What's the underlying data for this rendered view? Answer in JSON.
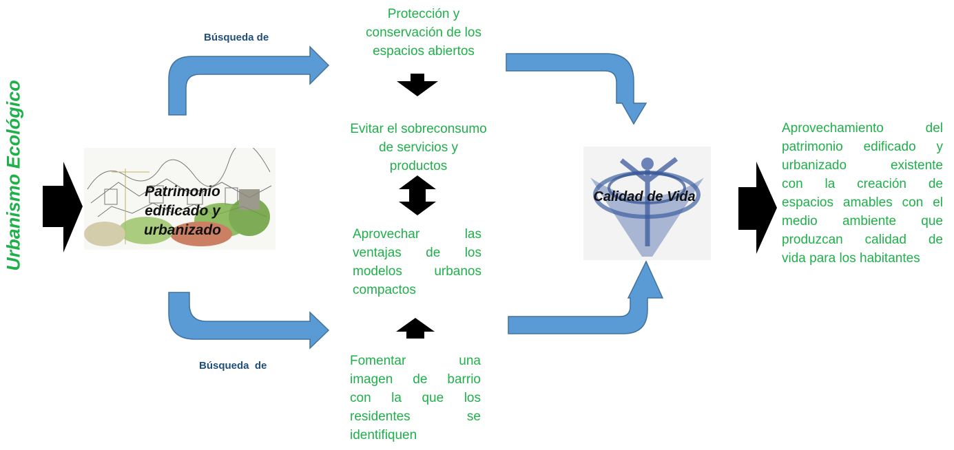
{
  "side_title": "Urbanismo Ecológico",
  "image_caption_lines": [
    "Patrimonio",
    "edificado y",
    "urbanizado"
  ],
  "center_label": "Calidad de Vida",
  "busqueda_top": "Búsqueda de",
  "busqueda_bottom": "Búsqueda  de",
  "boxes": {
    "proteccion": [
      "Protección y",
      "conservación de los",
      "espacios abiertos"
    ],
    "evitar": [
      "Evitar el sobreconsumo",
      "de servicios y",
      "productos"
    ],
    "aprovechar": [
      "Aprovechar las",
      "ventajas de los",
      "modelos urbanos",
      "compactos"
    ],
    "fomentar": [
      "Fomentar una",
      "imagen de barrio",
      "con la que los",
      "residentes se",
      "identifiquen"
    ],
    "resultado": [
      "Aprovechamiento del",
      "patrimonio edificado y",
      "urbanizado existente",
      "con la creación de",
      "espacios amables con el",
      "medio ambiente que",
      "produzcan calidad de",
      "vida para los habitantes"
    ]
  },
  "colors": {
    "green_text": "#1fb04a",
    "blue_arrow": "#5b9bd5",
    "blue_arrow_border": "#41719c",
    "black_arrow": "#000000",
    "blue_label": "#1f4e79"
  }
}
